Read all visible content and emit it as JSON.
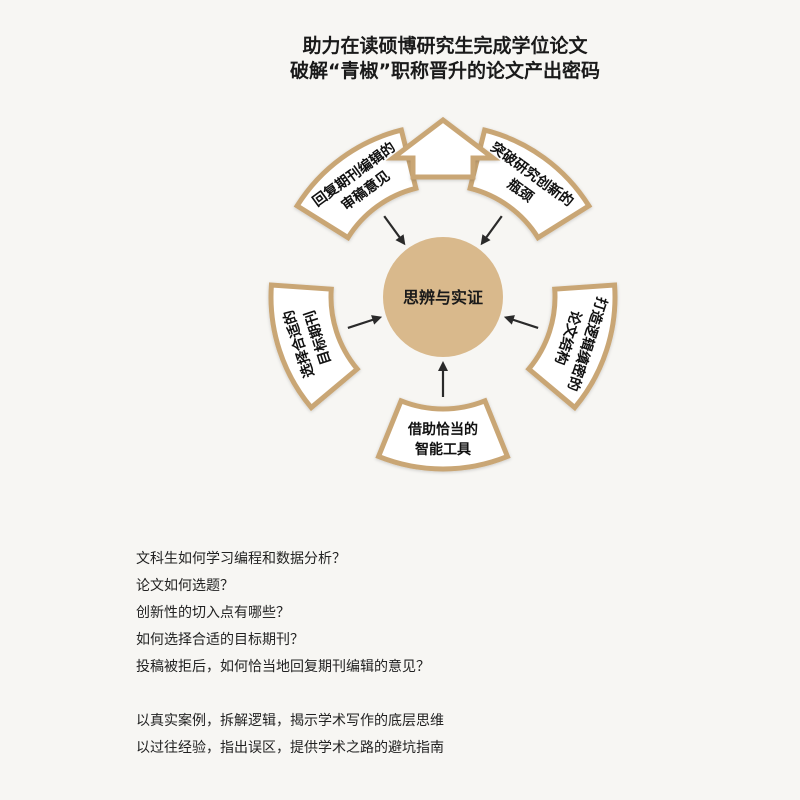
{
  "headline": {
    "line1": "助力在读硕博研究生完成学位论文",
    "line2": "破解“青椒”职称晋升的论文产出密码"
  },
  "diagram": {
    "center_label": "思辨与实证",
    "segments": [
      {
        "lines": [
          "回复期刊编辑的",
          "审稿意见"
        ]
      },
      {
        "lines": [
          "突破研究创新的",
          "瓶颈"
        ]
      },
      {
        "lines": [
          "打造逻辑缜密的",
          "论文结构"
        ]
      },
      {
        "lines": [
          "借助恰当的",
          "智能工具"
        ]
      },
      {
        "lines": [
          "选择合适的",
          "目标期刊"
        ]
      }
    ],
    "colors": {
      "hub_fill": "#d9b98c",
      "segment_border": "#c9a675",
      "segment_fill": "#ffffff",
      "arrow": "#2a2a2a"
    }
  },
  "questions": [
    "文科生如何学习编程和数据分析？",
    "论文如何选题？",
    "创新性的切入点有哪些？",
    "如何选择合适的目标期刊？",
    "投稿被拒后，如何恰当地回复期刊编辑的意见？"
  ],
  "summary": [
    "以真实案例，拆解逻辑，揭示学术写作的底层思维",
    "以过往经验，指出误区，提供学术之路的避坑指南"
  ]
}
